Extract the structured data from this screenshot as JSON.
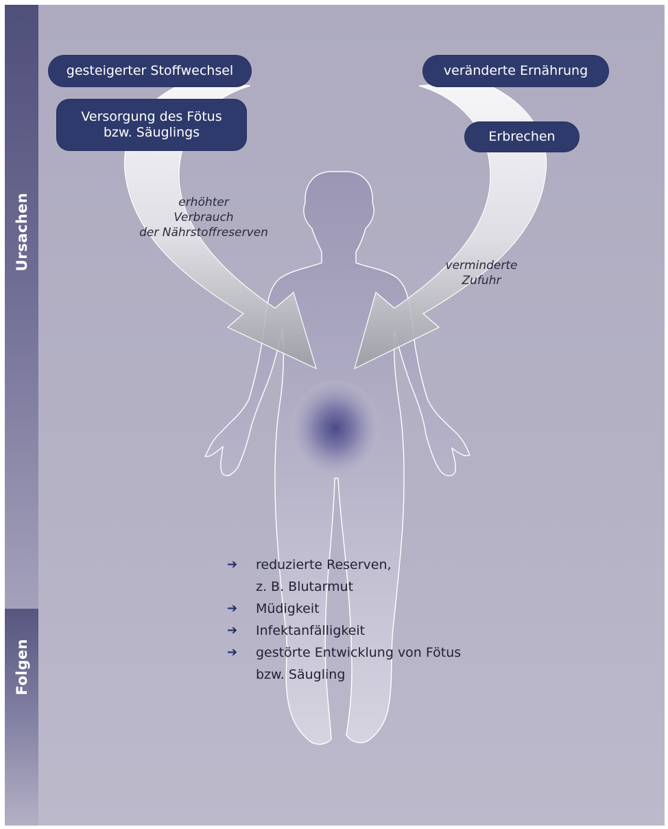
{
  "side_labels": {
    "top": "Ursachen",
    "bottom": "Folgen"
  },
  "causes": {
    "left": [
      {
        "label": "gesteigerter Stoffwechsel"
      },
      {
        "label": "Versorgung des Fötus\nbzw. Säuglings"
      }
    ],
    "right": [
      {
        "label": "veränderte Ernährung"
      },
      {
        "label": "Erbrechen"
      }
    ]
  },
  "arrows": {
    "left_caption": "erhöhter\nVerbrauch\nder Nährstoffreserven",
    "right_caption": "verminderte\nZufuhr"
  },
  "consequences": [
    {
      "line1": "reduzierte Reserven,",
      "line2": "z. B. Blutarmut"
    },
    {
      "line1": "Müdigkeit",
      "line2": ""
    },
    {
      "line1": "Infektanfälligkeit",
      "line2": ""
    },
    {
      "line1": "gestörte Entwicklung von Fötus",
      "line2": "bzw. Säugling"
    }
  ],
  "icons": {
    "bullet": "arrow-right-icon",
    "figure": "human-body-icon"
  },
  "colors": {
    "pill": "#2e3a6b",
    "sidebar": "#5a5a84",
    "background": "#b2afc3",
    "arrow_bullet": "#1f2f66"
  }
}
